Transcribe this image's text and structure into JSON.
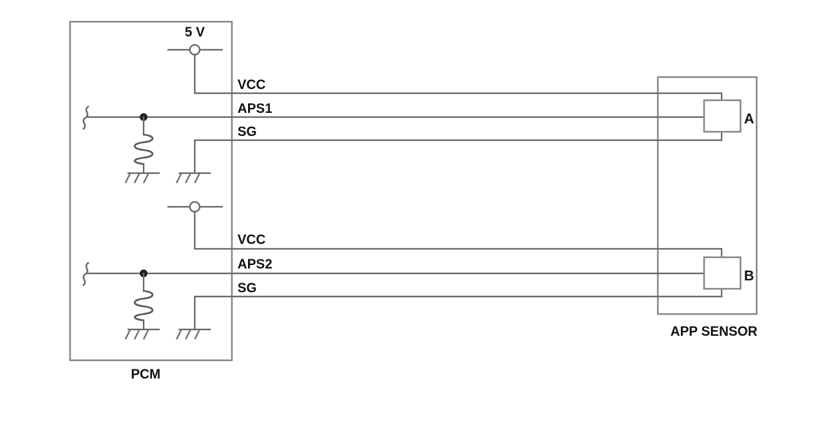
{
  "diagram": {
    "title_visible": false,
    "colors": {
      "wire": "#6e6a6b",
      "outline": "#8a8789",
      "text": "#111111",
      "node": "#231f20",
      "background": "#ffffff"
    },
    "blocks": [
      {
        "id": "pcm",
        "label": "PCM"
      },
      {
        "id": "app_sensor",
        "label": "APP SENSOR"
      }
    ],
    "supply": {
      "label": "5 V"
    },
    "circuits": [
      {
        "id": "circuit-a",
        "sensor_label": "A",
        "signals": [
          {
            "name": "VCC",
            "label": "VCC"
          },
          {
            "name": "APS1",
            "label": "APS1"
          },
          {
            "name": "SG",
            "label": "SG"
          }
        ]
      },
      {
        "id": "circuit-b",
        "sensor_label": "B",
        "signals": [
          {
            "name": "VCC",
            "label": "VCC"
          },
          {
            "name": "APS2",
            "label": "APS2"
          },
          {
            "name": "SG",
            "label": "SG"
          }
        ]
      }
    ],
    "components": {
      "pullup_resistor_icon": "resistor-coil-icon",
      "ground_icon": "ground-icon",
      "supply_node_icon": "open-terminal-circle-icon",
      "junction_icon": "junction-dot-icon",
      "wire_break_icon": "wire-break-squiggle-icon"
    },
    "labels": {
      "supply_5v": "5 V",
      "vcc_top": "VCC",
      "aps1": "APS1",
      "sg_top": "SG",
      "vcc_bottom": "VCC",
      "aps2": "APS2",
      "sg_bottom": "SG",
      "sensor_a": "A",
      "sensor_b": "B",
      "pcm": "PCM",
      "app_sensor": "APP SENSOR"
    }
  }
}
